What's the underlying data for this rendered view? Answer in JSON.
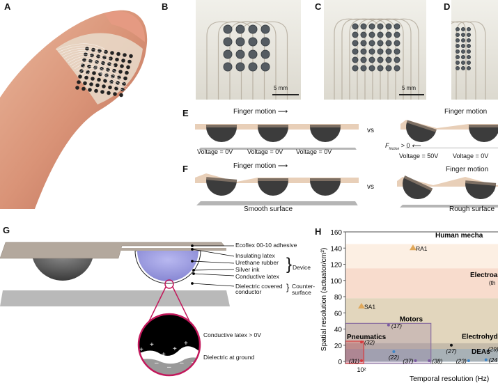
{
  "panels": {
    "a": {
      "label": "A"
    },
    "b": {
      "label": "B",
      "scale_bar": "5 mm",
      "grid": [
        4,
        4
      ]
    },
    "c": {
      "label": "C",
      "scale_bar": "5 mm",
      "grid": [
        6,
        6
      ]
    },
    "d": {
      "label": "D"
    },
    "e": {
      "label": "E",
      "motion": "Finger motion",
      "vs": "vs",
      "left_voltages": [
        "Voltage = 0V",
        "Voltage = 0V",
        "Voltage = 0V"
      ],
      "right_voltages": [
        "Voltage = 50V",
        "Voltage = 0V"
      ],
      "friction": "F",
      "friction_sub": "friction",
      "friction_rest": " > 0"
    },
    "f": {
      "label": "F",
      "motion": "Finger motion",
      "vs": "vs",
      "left_caption": "Smooth surface",
      "right_caption": "Rough surface"
    },
    "g": {
      "label": "G",
      "layers": [
        "Ecoflex 00-10 adhesive",
        "Insulating latex",
        "Urethane rubber",
        "Silver ink",
        "Conductive latex",
        "Dielectric covered",
        "conductor"
      ],
      "device": "Device",
      "counter": "Counter-",
      "surface": "surface",
      "zoom_top": "Conductive latex > 0V",
      "zoom_bottom": "Dielectric at ground"
    },
    "h": {
      "label": "H"
    }
  },
  "chart_data": {
    "type": "scatter",
    "xlabel": "Temporal resolution (Hz)",
    "ylabel": "Spatial resolution (actuator/cm²)",
    "x_scale": "log",
    "x_ticks": [
      {
        "value": 100,
        "label": "10²"
      }
    ],
    "ylim": [
      0,
      160
    ],
    "y_ticks": [
      0,
      20,
      40,
      60,
      80,
      100,
      120,
      140,
      160
    ],
    "bands": [
      {
        "name": "Human mecha",
        "y": [
          145,
          160
        ],
        "color": "#ffffff"
      },
      {
        "name": "",
        "y": [
          115,
          145
        ],
        "color": "#fcefe3"
      },
      {
        "name": "Electroa",
        "sub": "(th",
        "y": [
          78,
          115
        ],
        "color": "#f8dccd"
      },
      {
        "name": "",
        "y": [
          0,
          78
        ],
        "color": "#e2d6bd"
      },
      {
        "name": "Electrohydr",
        "y": [
          0,
          22
        ],
        "color": "#9a9490"
      },
      {
        "name": "DEAs",
        "y": [
          0,
          15
        ],
        "color": "#7fa3c8"
      }
    ],
    "boxes": [
      {
        "name": "Motors",
        "x": [
          60,
          420
        ],
        "y": [
          0,
          47
        ],
        "color": "#8a6fa0"
      },
      {
        "name": "Pneumatics",
        "x": [
          60,
          105
        ],
        "y": [
          0,
          25
        ],
        "color": "#d8383b"
      }
    ],
    "points": [
      {
        "label": "RA1",
        "x": 290,
        "y": 140,
        "marker": "triangle",
        "color": "#e0a85a"
      },
      {
        "label": "SA1",
        "x": 100,
        "y": 68,
        "marker": "triangle",
        "color": "#e0a85a"
      },
      {
        "label": "(17)",
        "x": 175,
        "y": 45,
        "marker": "dot",
        "color": "#7a5aa0"
      },
      {
        "label": "(32)",
        "x": 100,
        "y": 24,
        "marker": "dot",
        "color": "#d8383b"
      },
      {
        "label": "(31)",
        "x": 100,
        "y": 0,
        "marker": "dot",
        "color": "#d8383b"
      },
      {
        "label": "(22)",
        "x": 195,
        "y": 12,
        "marker": "dot",
        "color": "#3d84c6"
      },
      {
        "label": "(37)",
        "x": 305,
        "y": 0,
        "marker": "dot",
        "color": "#7a5aa0"
      },
      {
        "label": "(38)",
        "x": 405,
        "y": 0,
        "marker": "dot",
        "color": "#7a5aa0"
      },
      {
        "label": "(27)",
        "x": 640,
        "y": 20,
        "marker": "dot",
        "color": "#111111"
      },
      {
        "label": "(23)",
        "x": 915,
        "y": 0,
        "marker": "dot",
        "color": "#3d84c6"
      },
      {
        "label": "(24",
        "x": 1310,
        "y": 2,
        "marker": "dot",
        "color": "#3d84c6"
      },
      {
        "label": "(29)",
        "x": 1520,
        "y": 22,
        "marker": "none",
        "color": "#111111"
      }
    ]
  }
}
